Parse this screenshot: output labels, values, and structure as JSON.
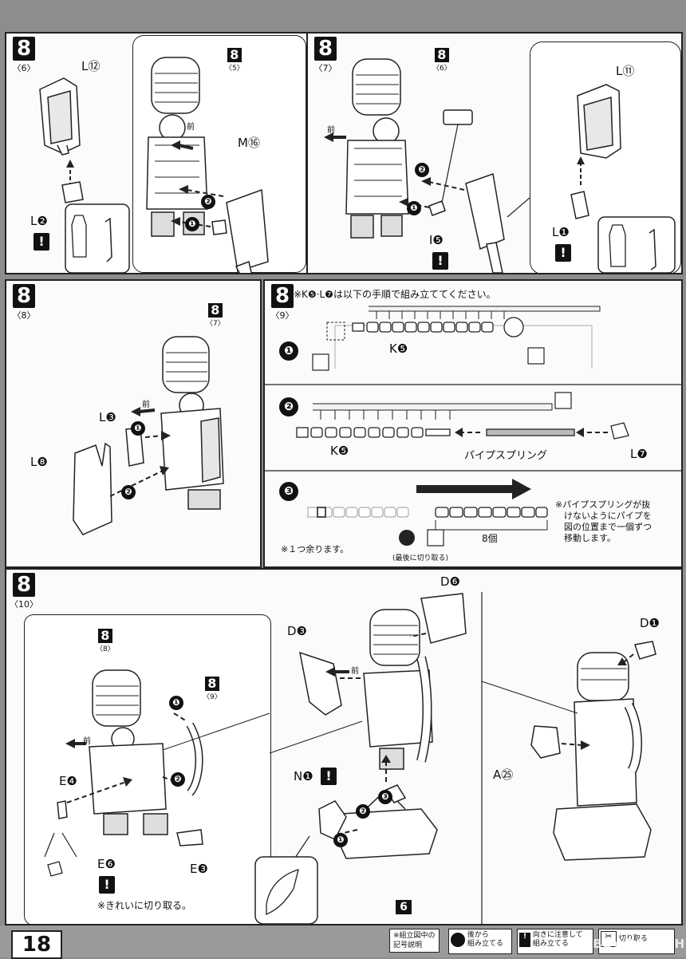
{
  "page_number": "18",
  "watermark": "HOBBY SEARCH",
  "front_label": "前",
  "footer": {
    "legend_title": "※組立図中の\n記号説明",
    "back_assembly": "後から\n組み立てる",
    "warning_label": "向きに注意して\n組み立てる",
    "cut_label": "切り取る"
  },
  "step6": {
    "step": "8",
    "sub": "〈6〉",
    "ref_step": "8",
    "ref_sub": "〈5〉",
    "parts": {
      "l12": "L⑫",
      "m16": "M⑯",
      "l2": "L❷"
    },
    "arrows": [
      "❶",
      "❷"
    ]
  },
  "step7": {
    "step": "8",
    "sub": "〈7〉",
    "ref_step": "8",
    "ref_sub": "〈6〉",
    "parts": {
      "l11": "L⑪",
      "l1": "L❶",
      "i5": "I❺"
    },
    "arrows": [
      "❶",
      "❷"
    ]
  },
  "step8": {
    "step": "8",
    "sub": "〈8〉",
    "ref_step": "8",
    "ref_sub": "〈7〉",
    "parts": {
      "l3": "L❸",
      "l8": "L❽"
    },
    "arrows": [
      "❶",
      "❷"
    ]
  },
  "step9": {
    "step": "8",
    "sub": "〈9〉",
    "instruction": "※K❺·L❼は以下の手順で組み立ててください。",
    "substeps": [
      "❶",
      "❷",
      "❸"
    ],
    "k5": "K❺",
    "l7": "L❼",
    "pipe_spring": "パイプスプリング",
    "count": "8個",
    "one_left": "※１つ余ります。",
    "cut_last": "(最後に切り取る)",
    "spring_note": "※パイプスプリングが抜\n　けないようにパイプを\n　図の位置まで一個ずつ\n　移動します。"
  },
  "step10": {
    "step": "8",
    "sub": "〈10〉",
    "ref_a_step": "8",
    "ref_a_sub": "〈8〉",
    "ref_b_step": "8",
    "ref_b_sub": "〈9〉",
    "ref_c": "6",
    "parts": {
      "e4": "E❹",
      "e6": "E❻",
      "e3": "E❸",
      "d3": "D❸",
      "d6": "D❻",
      "n1": "N❶",
      "d1": "D❶",
      "a25": "A㉕"
    },
    "clean_cut": "※きれいに切り取る。",
    "arrows": [
      "❶",
      "❷",
      "❸"
    ]
  }
}
